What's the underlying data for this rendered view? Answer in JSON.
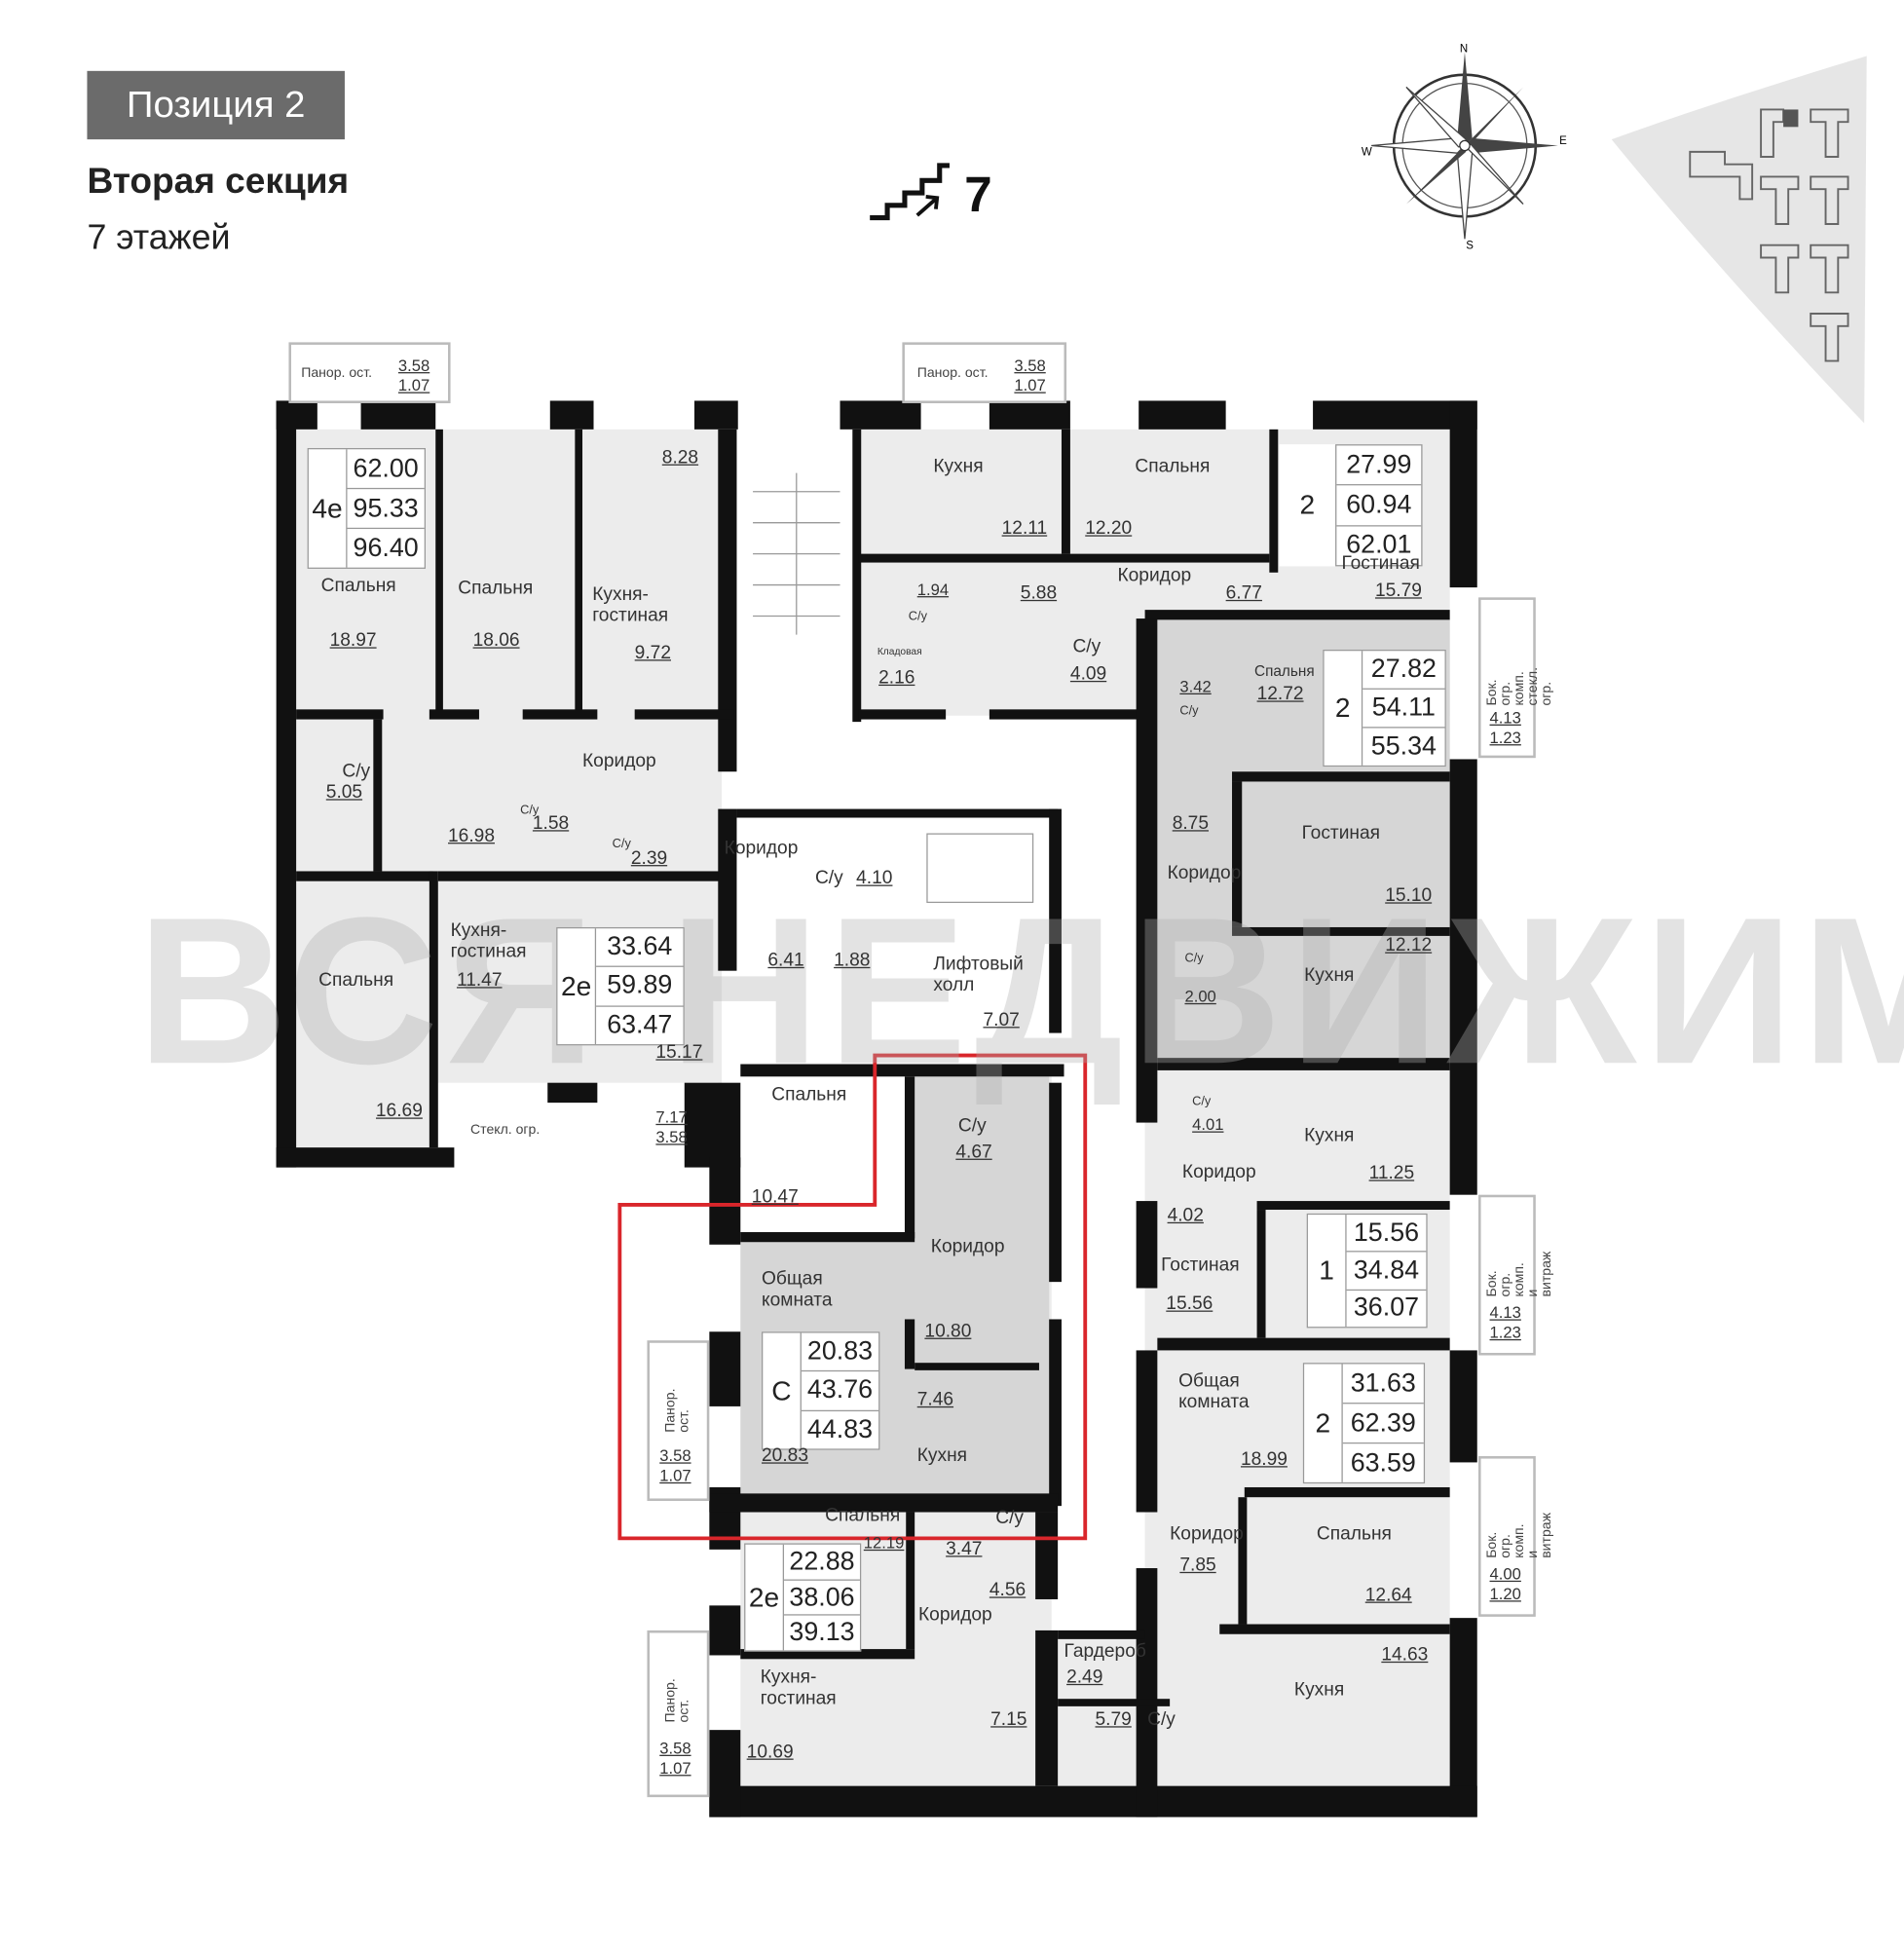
{
  "header": {
    "position_badge": "Позиция 2",
    "section_title": "Вторая секция",
    "floors_count": "7 этажей",
    "floor_number": "7"
  },
  "compass": {
    "n": "N",
    "e": "E",
    "s": "S",
    "w": "W"
  },
  "watermark": "ВСЯ НЕДВИЖИМОСТЬ",
  "colors": {
    "wall": "#111111",
    "room": "#ececec",
    "highlight_room": "#d6d6d6",
    "selection": "#d9262b",
    "badge": "#6b6b6b"
  },
  "balconies": [
    {
      "label": "Панор. ост.",
      "area": "3.58",
      "reduced": "1.07"
    },
    {
      "label": "Панор. ост.",
      "area": "3.58",
      "reduced": "1.07"
    },
    {
      "label": "Бок. огр.\nкомп.\nстекл. огр.",
      "area": "4.13",
      "reduced": "1.23"
    },
    {
      "label": "Бок. огр.\nкомп.\nи витраж",
      "area": "4.13",
      "reduced": "1.23"
    },
    {
      "label": "Бок. огр.\nкомп.\nи витраж",
      "area": "4.00",
      "reduced": "1.20"
    },
    {
      "label": "Панор. ост.",
      "area": "3.58",
      "reduced": "1.07"
    },
    {
      "label": "Панор. ост.",
      "area": "3.58",
      "reduced": "1.07"
    },
    {
      "label": "Стекл. огр.",
      "area": "7.17",
      "reduced": "3.58"
    }
  ],
  "apartments": [
    {
      "type": "4е",
      "living": "62.00",
      "total": "95.33",
      "total_with_balcony": "96.40"
    },
    {
      "type": "2",
      "living": "27.99",
      "total": "60.94",
      "total_with_balcony": "62.01"
    },
    {
      "type": "2",
      "living": "27.82",
      "total": "54.11",
      "total_with_balcony": "55.34"
    },
    {
      "type": "2е",
      "living": "33.64",
      "total": "59.89",
      "total_with_balcony": "63.47"
    },
    {
      "type": "1",
      "living": "15.56",
      "total": "34.84",
      "total_with_balcony": "36.07"
    },
    {
      "type": "2",
      "living": "31.63",
      "total": "62.39",
      "total_with_balcony": "63.59"
    },
    {
      "type": "С",
      "living": "20.83",
      "total": "43.76",
      "total_with_balcony": "44.83"
    },
    {
      "type": "2е",
      "living": "22.88",
      "total": "38.06",
      "total_with_balcony": "39.13"
    }
  ],
  "room_labels": [
    "Спальня",
    "Спальня",
    "Кухня-\nгостиная",
    "С/у",
    "Коридор",
    "С/у",
    "С/у",
    "Коридор",
    "С/у",
    "Кухня-\nгостиная",
    "Спальня",
    "Лифтовый\nхолл",
    "Спальня",
    "Кухня",
    "Спальня",
    "С/у",
    "Кладовая",
    "Коридор",
    "С/у",
    "Гостиная",
    "Спальня",
    "С/у",
    "Коридор",
    "Гостиная",
    "С/у",
    "Кухня",
    "Общая\nкомната",
    "Коридор",
    "С/у",
    "Кухня",
    "Спальня",
    "С/у",
    "Коридор",
    "Кухня-\nгостиная",
    "С/у",
    "Кухня",
    "Коридор",
    "Гостиная",
    "Общая\nкомната",
    "Коридор",
    "Спальня",
    "Гардероб",
    "Кухня",
    "С/у"
  ],
  "room_areas": [
    "18.97",
    "18.06",
    "8.28",
    "9.72",
    "5.05",
    "1.58",
    "16.98",
    "2.39",
    "4.10",
    "11.47",
    "15.17",
    "6.41",
    "1.88",
    "16.69",
    "7.07",
    "10.47",
    "12.11",
    "12.20",
    "1.94",
    "2.16",
    "5.88",
    "6.77",
    "4.09",
    "15.79",
    "12.72",
    "3.42",
    "8.75",
    "15.10",
    "12.12",
    "2.00",
    "4.67",
    "10.80",
    "7.46",
    "20.83",
    "12.19",
    "3.47",
    "4.56",
    "10.69",
    "7.15",
    "4.01",
    "11.25",
    "4.02",
    "15.56",
    "18.99",
    "7.85",
    "12.64",
    "2.49",
    "14.63",
    "5.79"
  ]
}
